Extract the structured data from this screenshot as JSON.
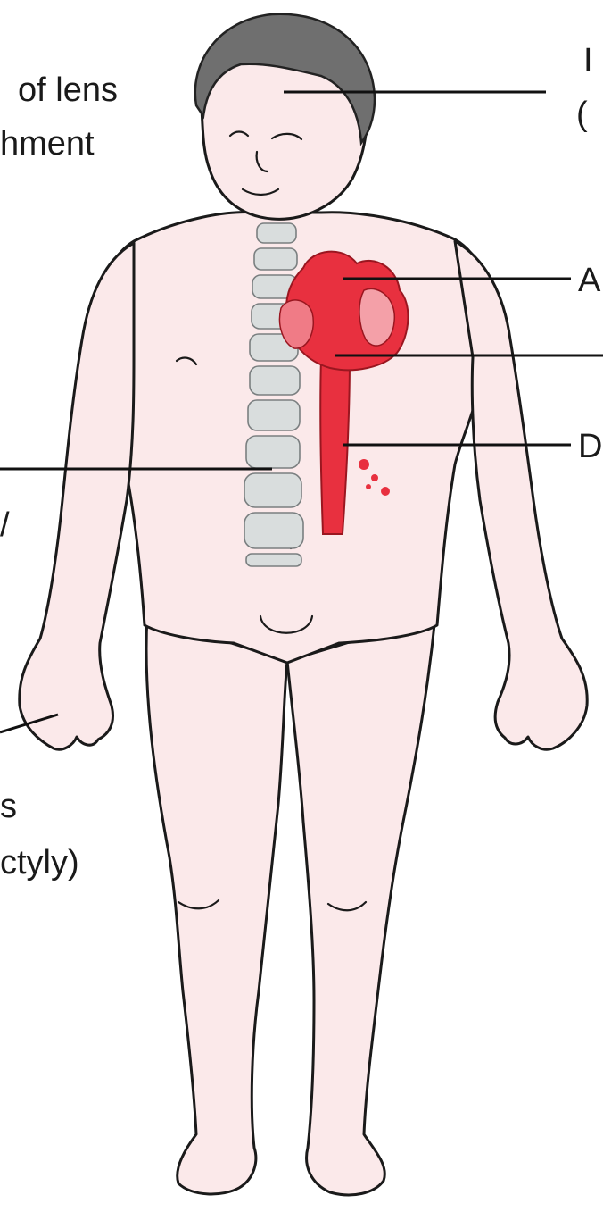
{
  "labels": {
    "lens_line1": "of lens",
    "lens_line2": "hment",
    "right_top_line1": "I",
    "right_top_line2": "(",
    "aorta_letter": "A",
    "dissection_letter": "D",
    "fingers_line1": "s",
    "fingers_line2": "ctyly)",
    "spine_fragment": "/"
  },
  "colors": {
    "skin": "#fbe9ea",
    "heart": "#e8303f",
    "heart_light": "#f07b86",
    "spine": "#d9dddd",
    "hair": "#6f6f6f"
  }
}
